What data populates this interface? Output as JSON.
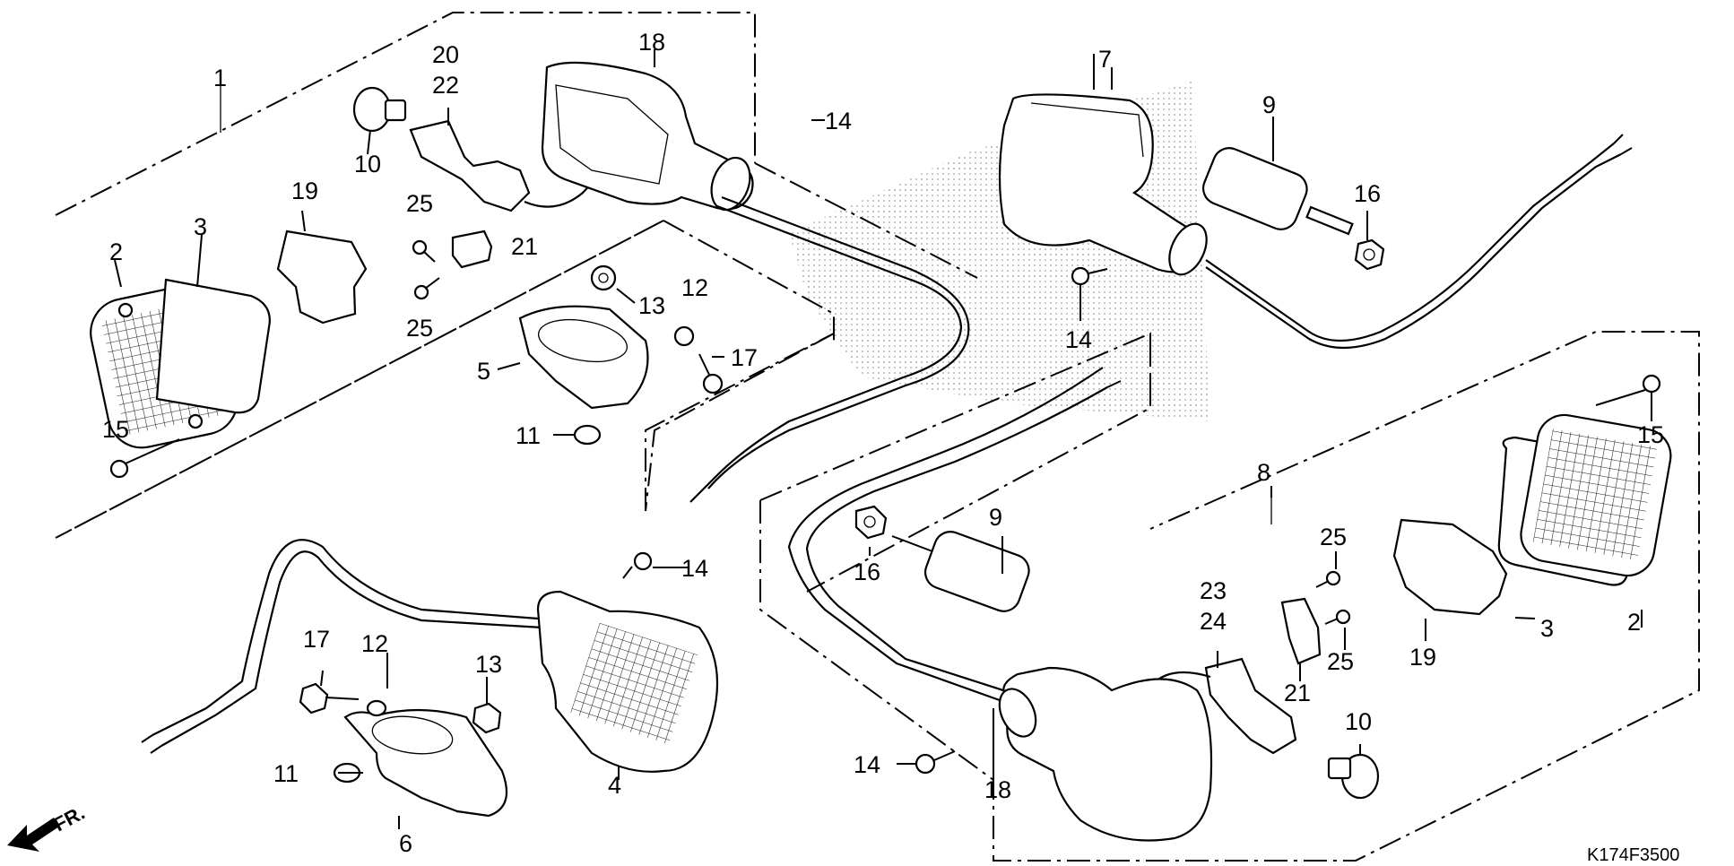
{
  "diagram_code": "K174F3500",
  "direction_label": "FR.",
  "callouts": {
    "c1": "1",
    "c2a": "2",
    "c2b": "2",
    "c3a": "3",
    "c3b": "3",
    "c4": "4",
    "c5": "5",
    "c6": "6",
    "c7": "7",
    "c8": "8",
    "c9a": "9",
    "c9b": "9",
    "c10a": "10",
    "c10b": "10",
    "c11a": "11",
    "c11b": "11",
    "c12a": "12",
    "c12b": "12",
    "c13a": "13",
    "c13b": "13",
    "c14a": "14",
    "c14b": "14",
    "c14c": "14",
    "c14d": "14",
    "c15a": "15",
    "c15b": "15",
    "c16a": "16",
    "c16b": "16",
    "c17a": "17",
    "c17b": "17",
    "c18a": "18",
    "c18b": "18",
    "c19a": "19",
    "c19b": "19",
    "c20": "20",
    "c21a": "21",
    "c21b": "21",
    "c22": "22",
    "c23": "23",
    "c24": "24",
    "c25a": "25",
    "c25b": "25",
    "c25c": "25",
    "c25d": "25"
  }
}
